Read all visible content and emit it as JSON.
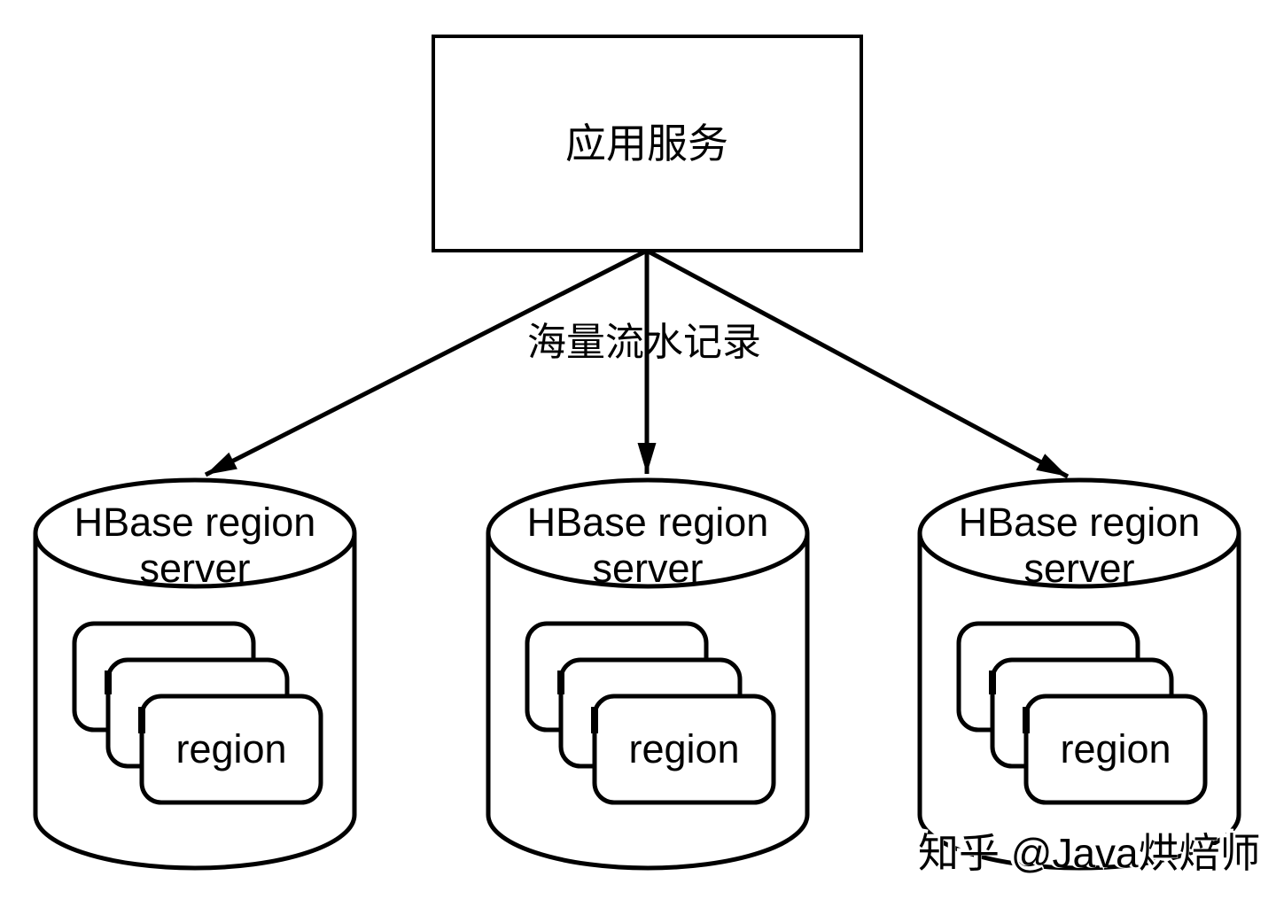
{
  "app_box": {
    "label": "应用服务"
  },
  "flow_label": "海量流水记录",
  "servers": [
    {
      "title_line1": "HBase region",
      "title_line2": "server",
      "region_label": "region"
    },
    {
      "title_line1": "HBase region",
      "title_line2": "server",
      "region_label": "region"
    },
    {
      "title_line1": "HBase region",
      "title_line2": "server",
      "region_label": "region"
    }
  ],
  "watermark": "知乎 @Java烘焙师",
  "colors": {
    "background": "#ffffff",
    "stroke": "#000000",
    "watermark_gray": "#c9c9c9"
  }
}
